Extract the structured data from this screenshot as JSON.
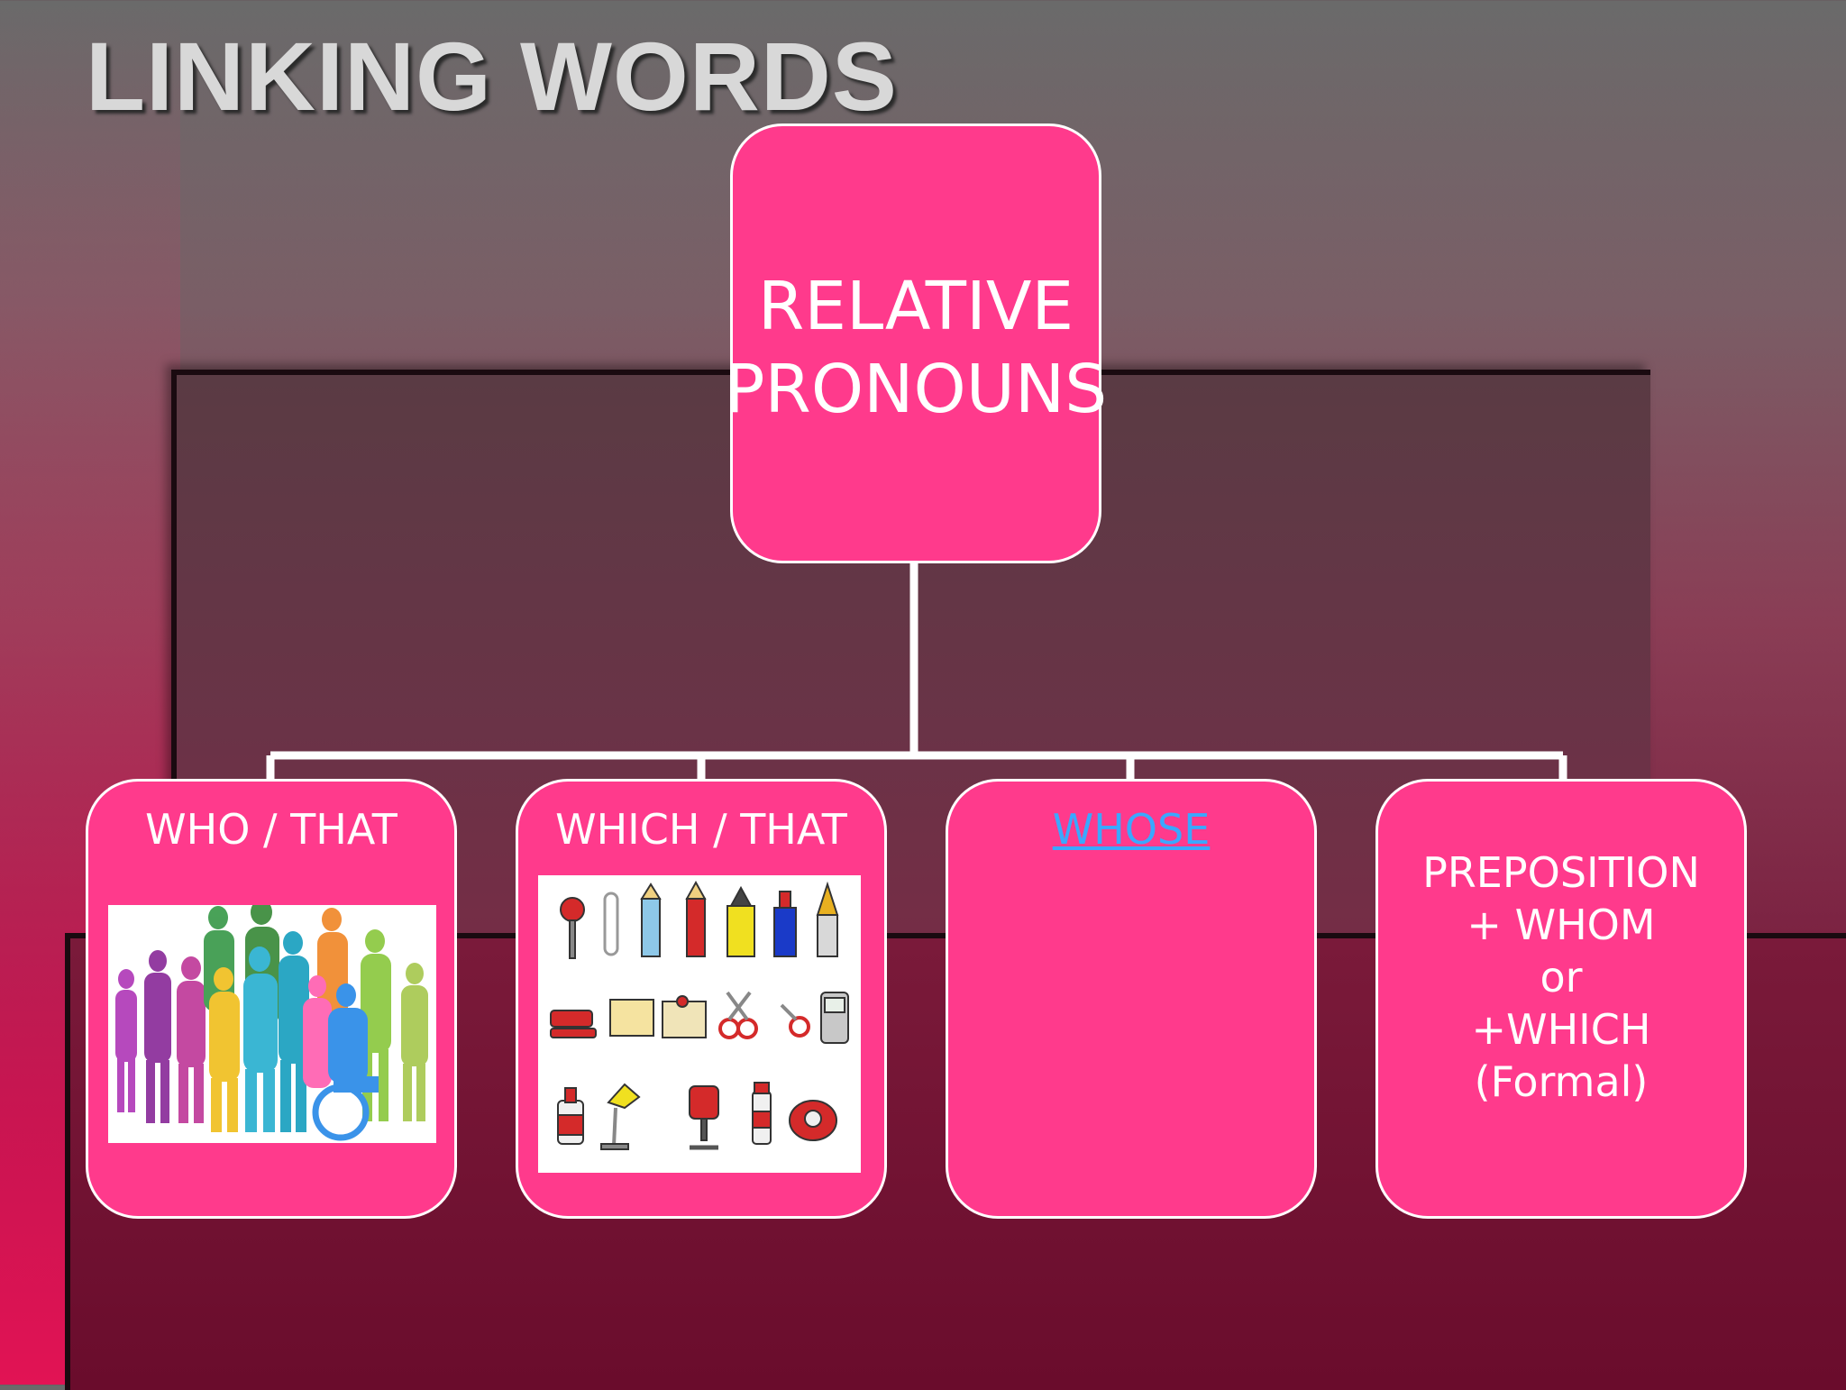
{
  "title": "LINKING WORDS",
  "root": {
    "label": "RELATIVE\nPRONOUNS"
  },
  "children": [
    {
      "label": "WHO / THAT",
      "image": "people-silhouettes"
    },
    {
      "label": "WHICH / THAT",
      "image": "office-objects"
    },
    {
      "label": "WHOSE",
      "is_link": true
    },
    {
      "label": "PREPOSITION\n+ WHOM\nor\n+WHICH\n(Formal)"
    }
  ],
  "colors": {
    "node_fill": "#ff3a8c",
    "node_border": "#ffffff",
    "connector": "#ffffff",
    "link_text": "#3aa8ff",
    "title_text": "#d8d8d8"
  }
}
